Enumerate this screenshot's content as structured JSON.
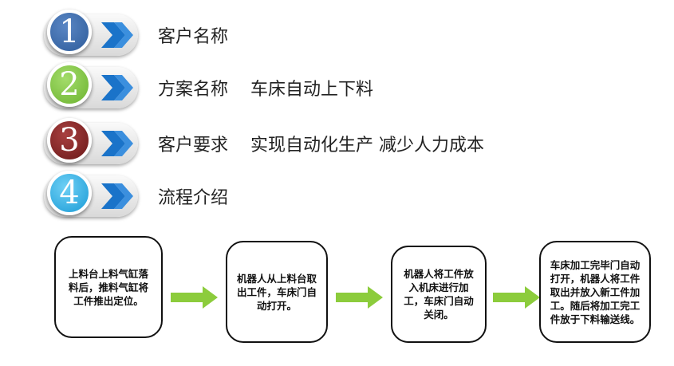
{
  "items": [
    {
      "number": "1",
      "label": "客户名称",
      "detail": "",
      "color": "#2e5c9a"
    },
    {
      "number": "2",
      "label": "方案名称",
      "detail": "车床自动上下料",
      "color": "#7cc242"
    },
    {
      "number": "3",
      "label": "客户要求",
      "detail": "实现自动化生产 减少人力成本",
      "color": "#7a2020"
    },
    {
      "number": "4",
      "label": "流程介绍",
      "detail": "",
      "color": "#29a9e0"
    }
  ],
  "flow": [
    "上料台上料气缸落料后，推料气缸将工件推出定位。",
    "机器人从上料台取出工件，车床门自动打开。",
    "机器人将工件放入机床进行加工，车床门自动关闭。",
    "车床加工完毕门自动打开，机器人将工件取出并放入新工件加工。随后将加工完工件放于下料输送线。"
  ],
  "colors": {
    "chevron": "#1a73c9",
    "arrow": "#8ccc3c"
  }
}
